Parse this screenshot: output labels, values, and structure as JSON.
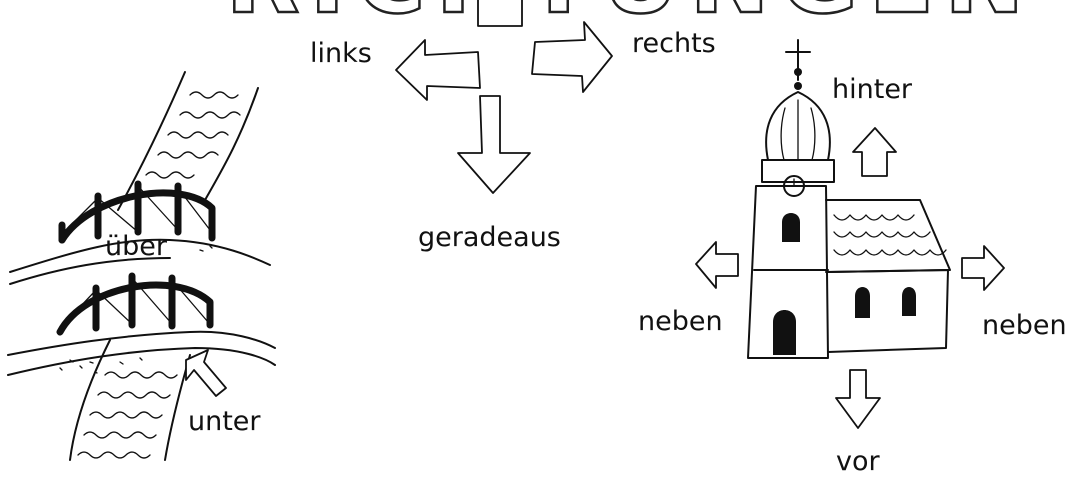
{
  "title": "RICHTUNGEN",
  "labels": {
    "links": "links",
    "rechts": "rechts",
    "geradeaus": "geradeaus",
    "ueber": "über",
    "unter": "unter",
    "hinter": "hinter",
    "neben_left": "neben",
    "neben_right": "neben",
    "vor": "vor"
  },
  "colors": {
    "ink": "#111111",
    "paper": "#ffffff"
  },
  "icons": [
    "left-arrow-icon",
    "right-arrow-icon",
    "down-arrow-icon",
    "bridge-drawing",
    "church-drawing"
  ]
}
